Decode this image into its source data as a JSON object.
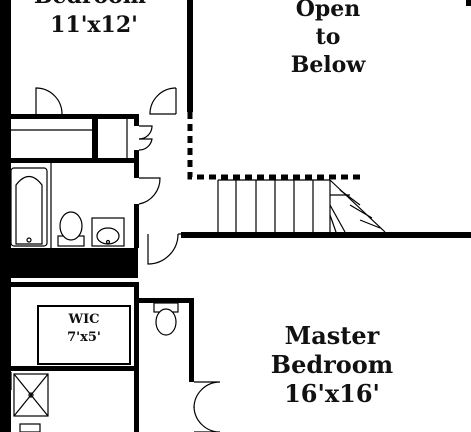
{
  "rooms": {
    "bedroom": {
      "name": "Bedroom",
      "size": "11'x12'"
    },
    "open": {
      "line1": "Open",
      "line2": "to",
      "line3": "Below"
    },
    "wic": {
      "name": "WIC",
      "size": "7'x5'"
    },
    "master": {
      "line1": "Master",
      "line2": "Bedroom",
      "size": "16'x16'"
    }
  }
}
